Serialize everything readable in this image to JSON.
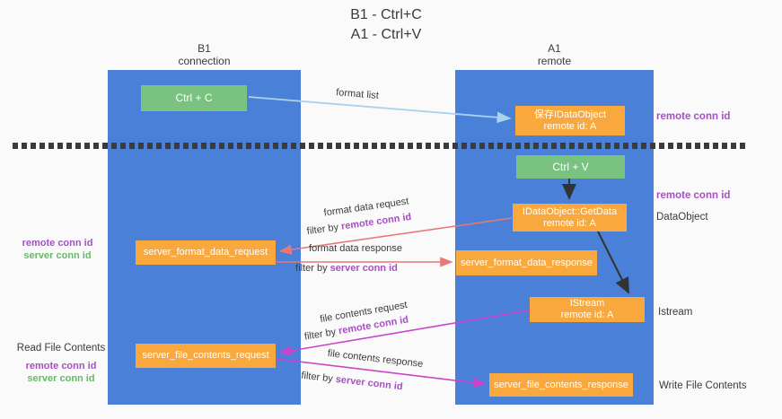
{
  "title": {
    "line1": "B1 - Ctrl+C",
    "line2": "A1 - Ctrl+V"
  },
  "columns": {
    "left": {
      "name": "B1",
      "subtitle": "connection"
    },
    "right": {
      "name": "A1",
      "subtitle": "remote"
    }
  },
  "nodes": {
    "ctrl_c": "Ctrl + C",
    "ctrl_v": "Ctrl + V",
    "save_dataobject": {
      "line1": "保存IDataObject",
      "line2": "remote id: A"
    },
    "getdata": {
      "line1": "IDataObject::GetData",
      "line2": "remote id: A"
    },
    "istream": {
      "line1": "IStream",
      "line2": "remote id: A"
    },
    "format_request": "server_format_data_request",
    "format_response": "server_format_data_response",
    "file_request": "server_file_contents_request",
    "file_response": "server_file_contents_response"
  },
  "arrow_labels": {
    "format_list": "format list",
    "format_data_request": "format data request",
    "format_data_response": "format data response",
    "file_contents_request": "file contents request",
    "file_contents_response": "file contents response",
    "filter_by": "filter by"
  },
  "side_labels": {
    "remote_conn_id": "remote conn id",
    "server_conn_id": "server conn id",
    "dataobject": "DataObject",
    "istream": "Istream",
    "read_file_contents": "Read File Contents",
    "write_file_contents": "Write File Contents"
  },
  "colors": {
    "lane_blue": "#4a80d8",
    "node_green": "#7ac280",
    "node_orange": "#f8a83d",
    "arrow_blue": "#a9d2ee",
    "arrow_red": "#e87878",
    "arrow_magenta": "#cc44cc",
    "arrow_black": "#333333",
    "text_purple": "#a64fc4",
    "text_green": "#67b967",
    "text_dark": "#3a3a3a"
  }
}
